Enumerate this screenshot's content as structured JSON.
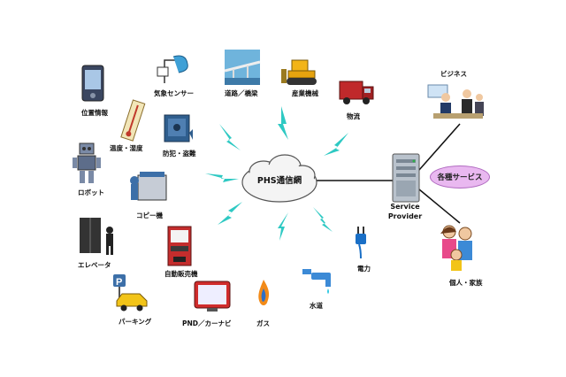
{
  "network": {
    "label": "PHS通信網"
  },
  "provider": {
    "line1": "Service",
    "line2": "Provider"
  },
  "service_badge": "各種サービス",
  "left_nodes": [
    {
      "id": "position",
      "label": "位置情報"
    },
    {
      "id": "temperature",
      "label": "温度・湿度"
    },
    {
      "id": "robot",
      "label": "ロボット"
    },
    {
      "id": "copier",
      "label": "コピー機"
    },
    {
      "id": "elevator",
      "label": "エレベータ"
    },
    {
      "id": "vending",
      "label": "自動販売機"
    },
    {
      "id": "parking",
      "label": "パーキング"
    },
    {
      "id": "pnd",
      "label": "PND／カーナビ"
    },
    {
      "id": "gas",
      "label": "ガス"
    },
    {
      "id": "water",
      "label": "水道"
    },
    {
      "id": "power",
      "label": "電力"
    },
    {
      "id": "weather",
      "label": "気象センサー"
    },
    {
      "id": "security",
      "label": "防犯・盗難"
    },
    {
      "id": "road",
      "label": "道路／橋梁"
    },
    {
      "id": "industrial",
      "label": "産業機械"
    },
    {
      "id": "logistics",
      "label": "物流"
    }
  ],
  "right_nodes": [
    {
      "id": "business",
      "label": "ビジネス"
    },
    {
      "id": "family",
      "label": "個人・家族"
    }
  ]
}
